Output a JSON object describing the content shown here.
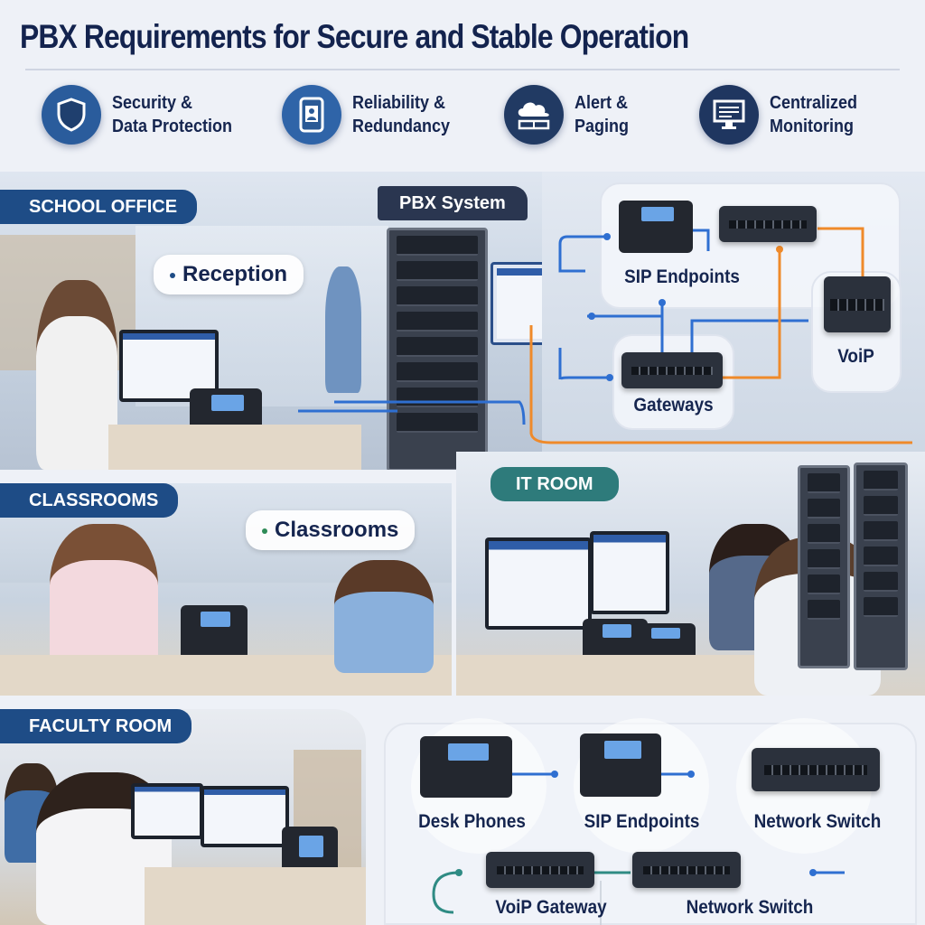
{
  "title": "PBX Requirements for Secure and Stable Operation",
  "features": [
    {
      "label": "Security &\nData Protection",
      "icon": "shield-icon",
      "color": "#2a5c9c"
    },
    {
      "label": "Reliability &\nRedundancy",
      "icon": "id-badge-icon",
      "color": "#2f64a8"
    },
    {
      "label": "Alert &\nPaging",
      "icon": "cloud-icon",
      "color": "#213a63"
    },
    {
      "label": "Centralized\nMonitoring",
      "icon": "monitor-icon",
      "color": "#1f3660"
    }
  ],
  "sections": {
    "school_office": {
      "label": "SCHOOL OFFICE",
      "bubble": "Reception"
    },
    "pbx": {
      "label": "PBX System"
    },
    "classrooms": {
      "label": "CLASSROOMS",
      "bubble": "Classrooms"
    },
    "it_room": {
      "label": "IT ROOM"
    },
    "faculty_room": {
      "label": "FACULTY ROOM"
    }
  },
  "topology": {
    "sip_endpoints": "SIP Endpoints",
    "gateways": "Gateways",
    "voip": "VoiP"
  },
  "equipment": {
    "row1": [
      "Desk Phones",
      "SIP Endpoints",
      "Network Switch"
    ],
    "row2": [
      "VoiP Gateway",
      "Network Switch"
    ]
  },
  "colors": {
    "title": "#13234e",
    "pill_blue": "#1e4c86",
    "pill_teal": "#2e7b7b",
    "pill_dark": "#2a3650",
    "link_blue": "#2f6fd1",
    "link_orange": "#ef8a2a",
    "link_teal": "#2f8b84"
  }
}
